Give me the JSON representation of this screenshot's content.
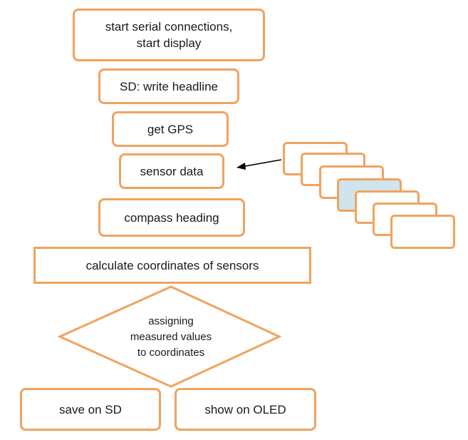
{
  "flowchart": {
    "step_serial": [
      "start serial connections,",
      "start display"
    ],
    "step_sd_headline": "SD: write headline",
    "step_gps": "get GPS",
    "step_sensor": "sensor data",
    "step_compass": "compass heading",
    "step_calculate": "calculate coordinates of sensors",
    "decision": [
      "assigning",
      "measured values",
      "to coordinates"
    ],
    "out_save": "save on SD",
    "out_show": "show on OLED"
  },
  "colors": {
    "border": "#f0a35e",
    "highlight_fill": "#cfe4ec",
    "arrow": "#000000"
  }
}
